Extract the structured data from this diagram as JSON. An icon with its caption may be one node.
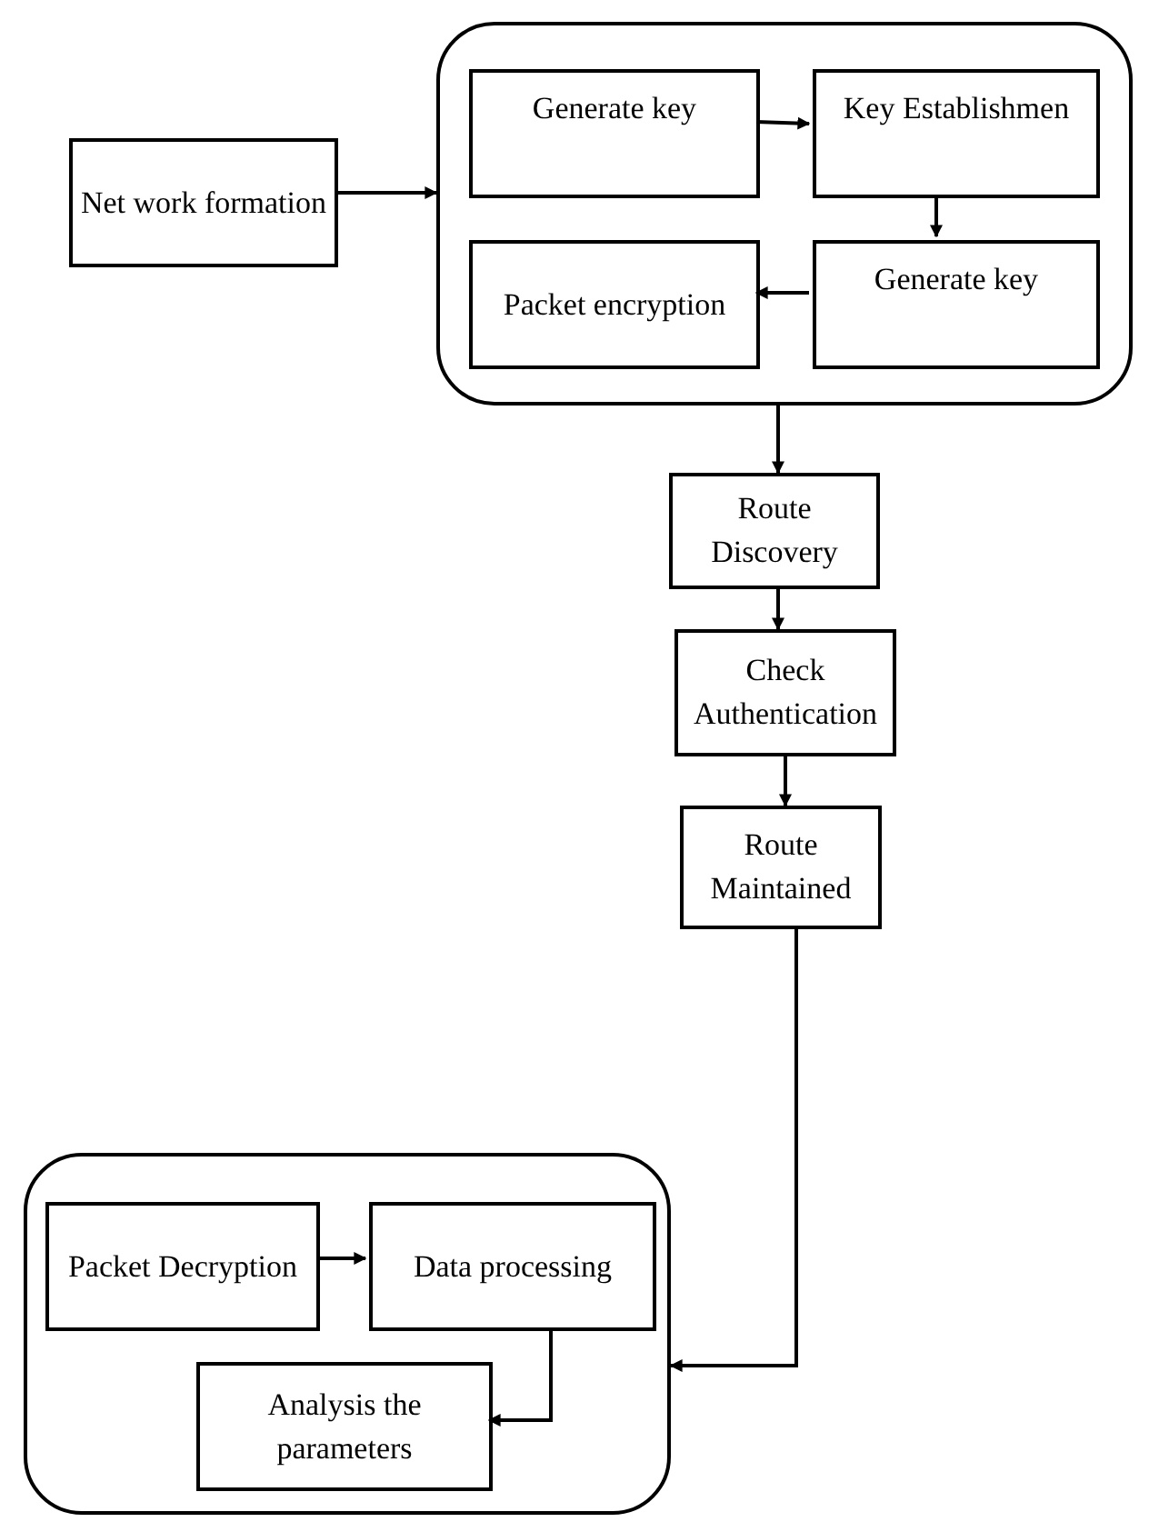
{
  "diagram": {
    "nodes": [
      {
        "text": [
          "Net work formation"
        ]
      },
      {
        "text": [],
        "shape": "box"
      },
      {
        "text": [
          "Generate key"
        ],
        "in": 1
      },
      {
        "text": [
          "Key Establishmen"
        ],
        "in": 1
      },
      {
        "text": [
          "Packet encryption"
        ],
        "in": 1
      },
      {
        "text": [
          "Generate key"
        ],
        "in": 1
      },
      {
        "text": [
          "Route Discovery"
        ]
      },
      {
        "text": [
          "Check Authentication"
        ]
      },
      {
        "text": [
          "Route Maintained"
        ]
      },
      {
        "text": [],
        "shape": "box"
      },
      {
        "text": [
          "Packet Decryption"
        ],
        "in": 9
      },
      {
        "text": [
          "Data processing"
        ],
        "in": 9
      },
      {
        "text": [
          "Analysis the parameters"
        ],
        "in": 9
      }
    ],
    "edges": [
      {
        "from": 0,
        "to": 1,
        "arrow": "to"
      },
      {
        "from": 2,
        "to": 3,
        "arrow": "to"
      },
      {
        "from": 3,
        "to": 5,
        "arrow": "to"
      },
      {
        "from": 5,
        "to": 4,
        "arrow": "to"
      },
      {
        "from": 1,
        "to": 6,
        "arrow": "to"
      },
      {
        "from": 6,
        "to": 7,
        "arrow": "to"
      },
      {
        "from": 7,
        "to": 8,
        "arrow": "to"
      },
      {
        "from": 8,
        "to": 9,
        "arrow": "to"
      },
      {
        "from": 10,
        "to": 11,
        "arrow": "to"
      },
      {
        "from": 11,
        "to": 12,
        "arrow": "to"
      }
    ]
  }
}
